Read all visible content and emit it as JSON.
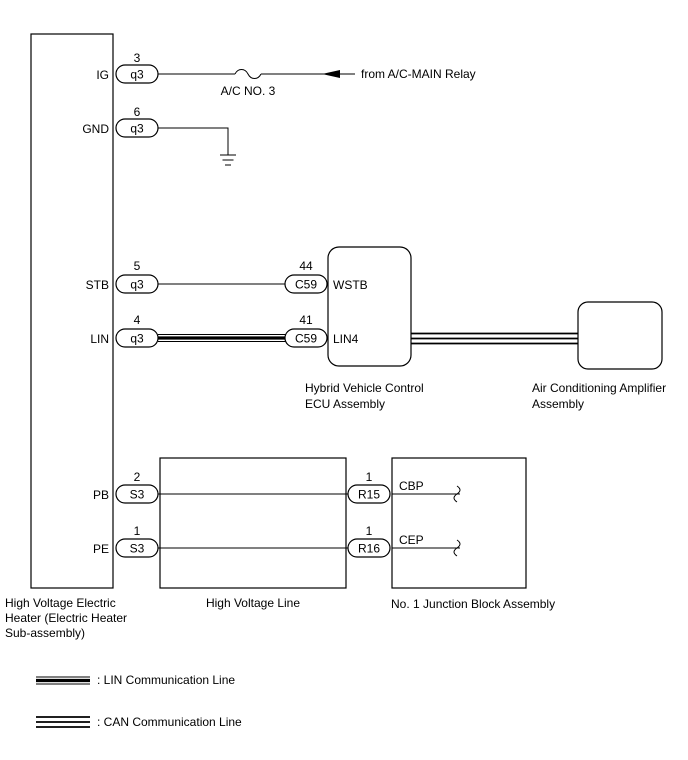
{
  "heater": {
    "name_lines": [
      "High Voltage Electric",
      "Heater (Electric Heater",
      "Sub-assembly)"
    ],
    "pins": [
      {
        "label": "IG",
        "connector": "q3",
        "pin": "3"
      },
      {
        "label": "GND",
        "connector": "q3",
        "pin": "6"
      },
      {
        "label": "STB",
        "connector": "q3",
        "pin": "5"
      },
      {
        "label": "LIN",
        "connector": "q3",
        "pin": "4"
      },
      {
        "label": "PB",
        "connector": "S3",
        "pin": "2"
      },
      {
        "label": "PE",
        "connector": "S3",
        "pin": "1"
      }
    ]
  },
  "fuse": {
    "label": "A/C NO. 3"
  },
  "source": {
    "label": "from A/C-MAIN Relay"
  },
  "ecu": {
    "name_lines": [
      "Hybrid Vehicle Control",
      "ECU Assembly"
    ],
    "pins": [
      {
        "label": "WSTB",
        "connector": "C59",
        "pin": "44"
      },
      {
        "label": "LIN4",
        "connector": "C59",
        "pin": "41"
      }
    ]
  },
  "amplifier": {
    "name_lines": [
      "Air Conditioning Amplifier",
      "Assembly"
    ]
  },
  "hv_line": {
    "label": "High Voltage Line"
  },
  "junction": {
    "name": "No. 1 Junction Block Assembly",
    "pins": [
      {
        "label": "CBP",
        "connector": "R15",
        "pin": "1"
      },
      {
        "label": "CEP",
        "connector": "R16",
        "pin": "1"
      }
    ]
  },
  "legend": {
    "lin": ": LIN Communication Line",
    "can": ": CAN Communication Line"
  }
}
